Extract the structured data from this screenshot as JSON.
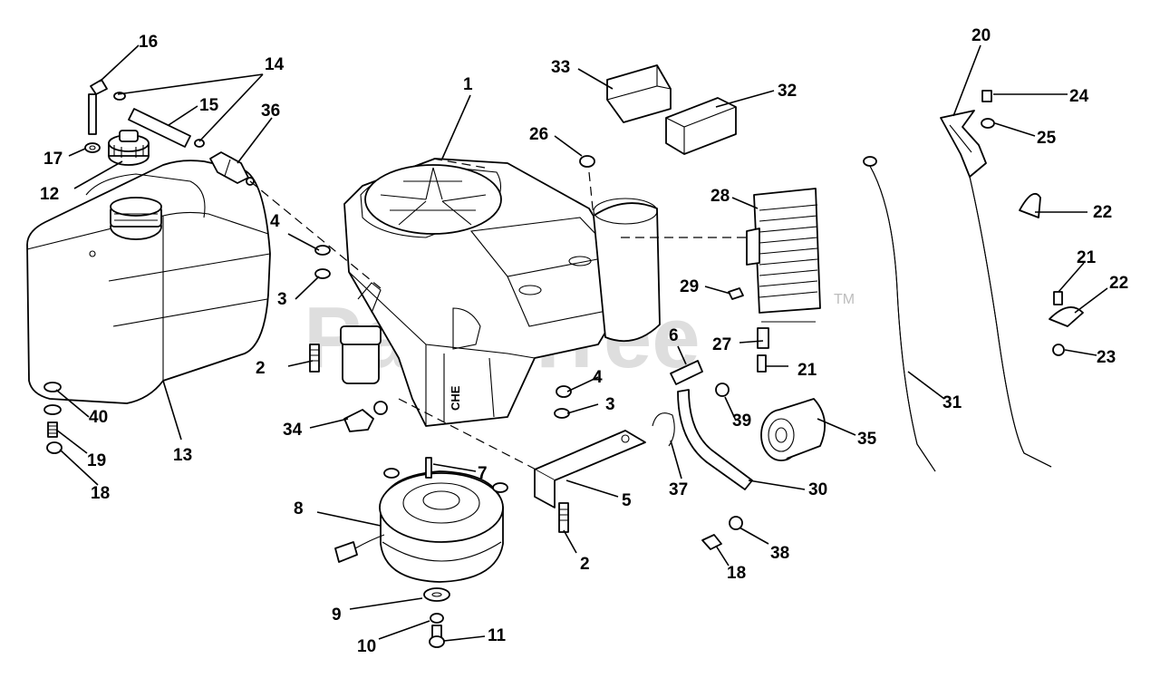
{
  "watermark": {
    "text": "PartsTree",
    "tm": "TM"
  },
  "engine_marking": "CHE",
  "labels": {
    "p1": "1",
    "p2a": "2",
    "p2b": "2",
    "p3a": "3",
    "p3b": "3",
    "p4a": "4",
    "p4b": "4",
    "p5": "5",
    "p6": "6",
    "p7": "7",
    "p8": "8",
    "p9": "9",
    "p10": "10",
    "p11": "11",
    "p12": "12",
    "p13": "13",
    "p14": "14",
    "p15": "15",
    "p16": "16",
    "p17": "17",
    "p18a": "18",
    "p18b": "18",
    "p19": "19",
    "p20": "20",
    "p21a": "21",
    "p21b": "21",
    "p22a": "22",
    "p22b": "22",
    "p23": "23",
    "p24": "24",
    "p25": "25",
    "p26": "26",
    "p27": "27",
    "p28": "28",
    "p29": "29",
    "p30": "30",
    "p31": "31",
    "p32": "32",
    "p33": "33",
    "p34": "34",
    "p35": "35",
    "p36": "36",
    "p37": "37",
    "p38": "38",
    "p39": "39",
    "p40": "40"
  }
}
